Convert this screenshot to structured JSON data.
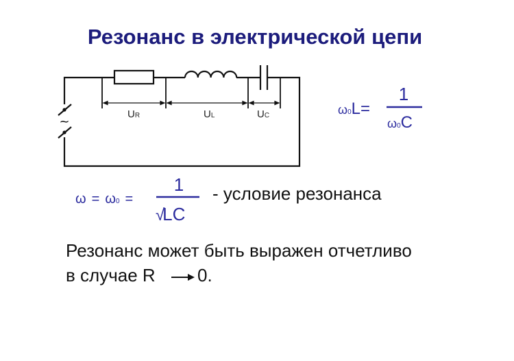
{
  "title": "Резонанс в электрической цепи",
  "circuit": {
    "labels": {
      "ur_main": "U",
      "ur_sub": "R",
      "ul_main": "U",
      "ul_sub": "L",
      "uc_main": "U",
      "uc_sub": "C"
    },
    "source_symbol": "~"
  },
  "formula1": {
    "lhs_omega": "ω",
    "lhs_sub": "0",
    "lhs_rest": "L=",
    "numerator": "1",
    "den_omega": "ω",
    "den_sub": "0",
    "den_rest": "C"
  },
  "formula2": {
    "omega": "ω",
    "eq1": "=",
    "omega0": "ω",
    "omega0_sub": "0",
    "eq2": "=",
    "numerator": "1",
    "sqrt": "√",
    "denominator": "LC",
    "caption": "- условие резонанса"
  },
  "body": {
    "line1": "Резонанс может быть выражен отчетливо",
    "line2_start": "в случае R",
    "line2_end": "0."
  },
  "colors": {
    "title": "#1c1c7c",
    "formula": "#2b2b9e",
    "text": "#111111"
  }
}
